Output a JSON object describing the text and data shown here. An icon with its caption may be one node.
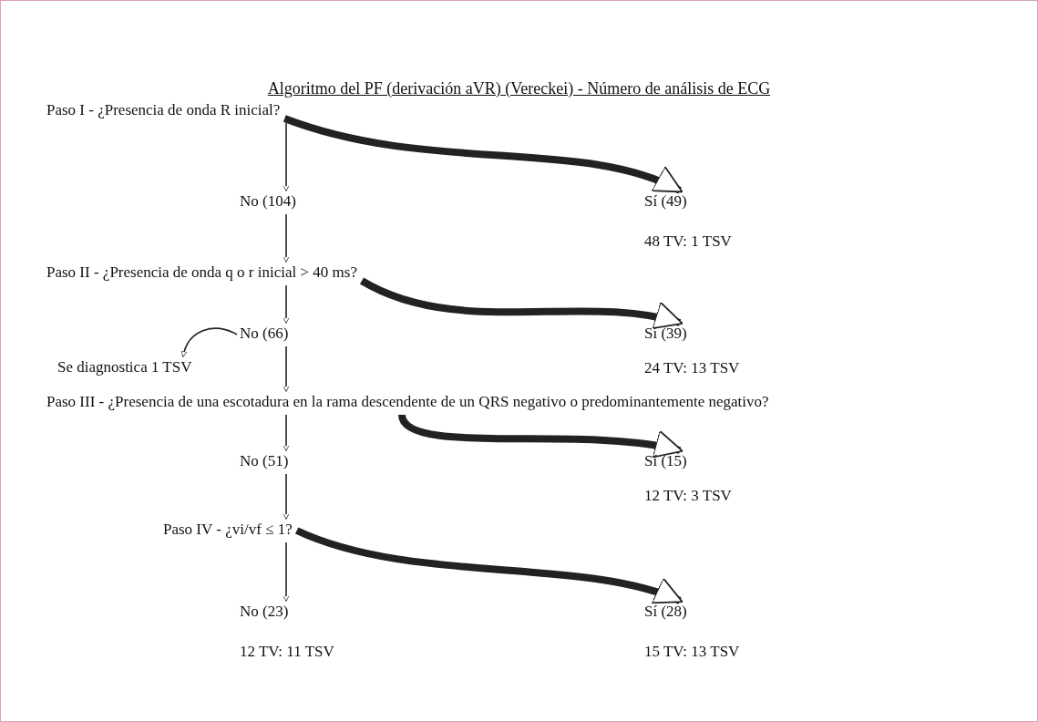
{
  "diagram": {
    "title": "Algoritmo del PF (derivación aVR) (Vereckei) - Número de análisis de ECG",
    "nodes": [
      {
        "text": [
          "Paso I - ¿Presencia de onda R inicial?"
        ]
      },
      {
        "text": [
          "No (104)"
        ]
      },
      {
        "text": [
          "Sí (49)"
        ],
        "beside": [
          "48 TV: 1 TSV"
        ]
      },
      {
        "text": [
          "Paso II - ¿Presencia de onda q o r inicial > 40 ms?"
        ]
      },
      {
        "text": [
          "No (66)"
        ]
      },
      {
        "text": [
          "Sí (39)"
        ],
        "beside": [
          "24 TV: 13 TSV"
        ]
      },
      {
        "text": [
          "Se diagnostica 1 TSV"
        ]
      },
      {
        "text": [
          "Paso III - ¿Presencia de una escotadura en la rama descendente de un QRS negativo o predominantemente negativo?"
        ]
      },
      {
        "text": [
          "No (51)"
        ]
      },
      {
        "text": [
          "Sí (15)"
        ],
        "beside": [
          "12 TV: 3 TSV"
        ]
      },
      {
        "text": [
          "Paso IV - ¿vi/vf ≤ 1?"
        ]
      },
      {
        "text": [
          "No (23)"
        ],
        "beside": [
          "12 TV: 11 TSV"
        ]
      },
      {
        "text": [
          "Sí (28)"
        ],
        "beside": [
          "15 TV: 13 TSV"
        ]
      }
    ],
    "edges": [
      {
        "from": 0,
        "to": 1,
        "arrow": "to"
      },
      {
        "from": 1,
        "to": 3,
        "arrow": "to"
      },
      {
        "from": 0,
        "to": 2,
        "arrow": "to",
        "style": "thick"
      },
      {
        "from": 3,
        "to": 4,
        "arrow": "to"
      },
      {
        "from": 3,
        "to": 5,
        "arrow": "to",
        "style": "thick"
      },
      {
        "from": 4,
        "to": 6,
        "arrow": "to"
      },
      {
        "from": 4,
        "to": 7,
        "arrow": "to"
      },
      {
        "from": 7,
        "to": 8,
        "arrow": "to"
      },
      {
        "from": 7,
        "to": 9,
        "arrow": "to",
        "style": "thick"
      },
      {
        "from": 8,
        "to": 10,
        "arrow": "to"
      },
      {
        "from": 10,
        "to": 11,
        "arrow": "to"
      },
      {
        "from": 10,
        "to": 12,
        "arrow": "to",
        "style": "thick"
      }
    ]
  }
}
